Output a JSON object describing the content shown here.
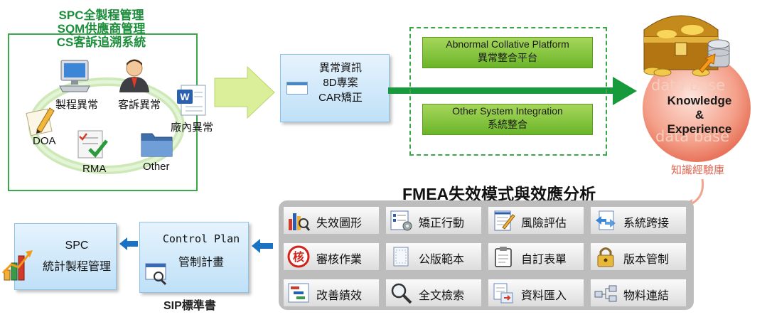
{
  "title_lines": [
    "SPC全製程管理",
    "SQM供應商管理",
    "CS客訴追溯系統"
  ],
  "cycle_nodes": {
    "process": "製程異常",
    "complaint": "客訴異常",
    "factory": "廠內異常",
    "doa": "DOA",
    "rma": "RMA",
    "other": "Other"
  },
  "center_box": [
    "異常資訊",
    "8D專案",
    "CAR矯正"
  ],
  "green_boxes": {
    "collative": {
      "en": "Abnormal Collative Platform",
      "zh": "異常整合平台"
    },
    "integration": {
      "en": "Other System Integration",
      "zh": "系統整合"
    }
  },
  "knowledge": {
    "line1": "Knowledge",
    "line2": "&",
    "line3": "Experience",
    "watermark1": "data base",
    "watermark2": "data base",
    "caption": "知識經驗庫"
  },
  "fmea_title": "FMEA失效模式與效應分析",
  "grid": [
    [
      {
        "label": "失效圖形",
        "icon": "bar-chart-magnifier"
      },
      {
        "label": "矯正行動",
        "icon": "checklist-gear"
      },
      {
        "label": "風險評估",
        "icon": "notepad-pen"
      },
      {
        "label": "系統跨接",
        "icon": "document-arrows"
      }
    ],
    [
      {
        "label": "審核作業",
        "icon": "approval-seal",
        "seal_text": "核"
      },
      {
        "label": "公版範本",
        "icon": "blank-page"
      },
      {
        "label": "自訂表單",
        "icon": "clipboard"
      },
      {
        "label": "版本管制",
        "icon": "padlock"
      }
    ],
    [
      {
        "label": "改善績效",
        "icon": "gantt-chart"
      },
      {
        "label": "全文檢索",
        "icon": "magnifier"
      },
      {
        "label": "資料匯入",
        "icon": "data-import"
      },
      {
        "label": "物料連結",
        "icon": "network-link"
      }
    ]
  ],
  "control_plan": {
    "line1": "Control Plan",
    "line2": "管制計畫",
    "caption": "SIP標準書"
  },
  "spc_box": {
    "line1": "SPC",
    "line2": "統計製程管理"
  },
  "colors": {
    "green_border": "#3aa84a",
    "green_text": "#1d8e3c",
    "arrow_green": "#169a3c",
    "arrow_blue": "#1a72c4",
    "caption_red": "#e0604c"
  }
}
